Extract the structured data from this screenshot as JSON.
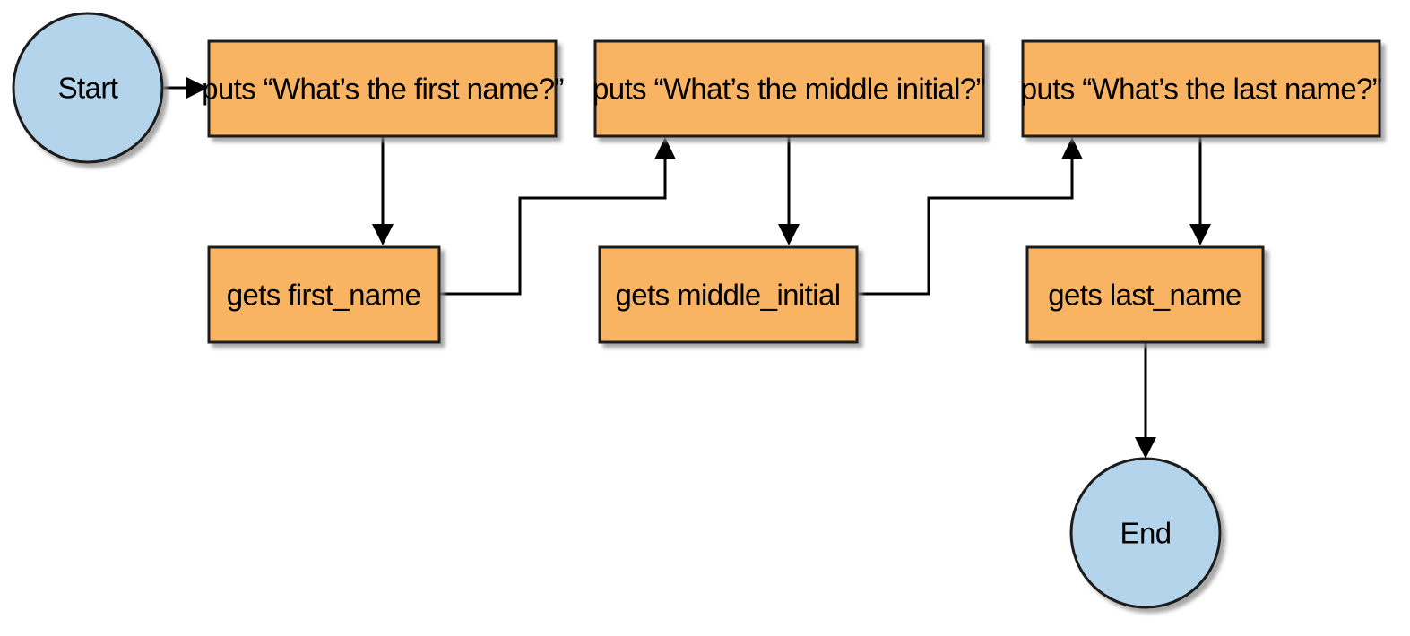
{
  "diagram": {
    "colors": {
      "terminal_fill": "#b3d4ea",
      "process_fill": "#f8b364",
      "stroke": "#1a1a1a",
      "shadow": "#9a9a9a",
      "edge": "#000000"
    },
    "nodes": {
      "start": "Start",
      "puts_first": "puts “What’s the first name?”",
      "gets_first": "gets first_name",
      "puts_middle": "puts “What’s the middle initial?”",
      "gets_middle": "gets middle_initial",
      "puts_last": "puts “What’s the last name?”",
      "gets_last": "gets last_name",
      "end": "End"
    },
    "edges": [
      [
        "start",
        "puts_first"
      ],
      [
        "puts_first",
        "gets_first"
      ],
      [
        "gets_first",
        "puts_middle"
      ],
      [
        "puts_middle",
        "gets_middle"
      ],
      [
        "gets_middle",
        "puts_last"
      ],
      [
        "puts_last",
        "gets_last"
      ],
      [
        "gets_last",
        "end"
      ]
    ]
  }
}
